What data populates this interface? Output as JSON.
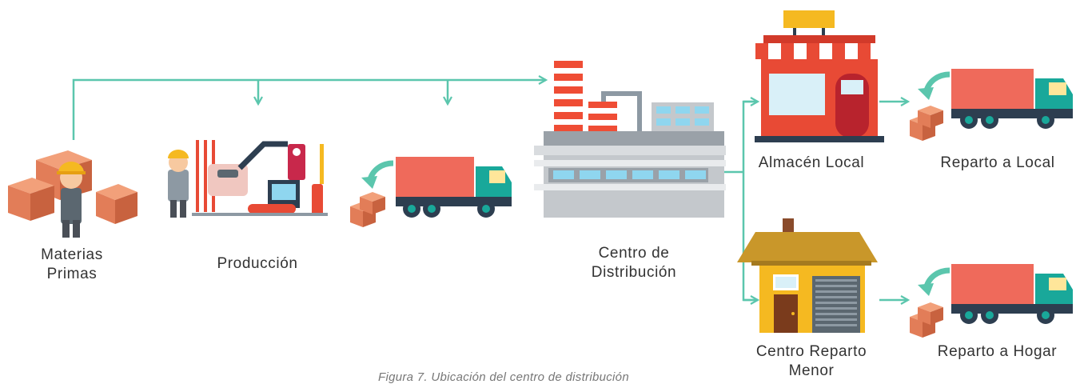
{
  "labels": {
    "materias": [
      "Materias",
      "Primas"
    ],
    "produccion": "Producción",
    "centro_distribucion": [
      "Centro de",
      "Distribución"
    ],
    "almacen_local": "Almacén Local",
    "reparto_local": "Reparto a Local",
    "centro_reparto": [
      "Centro Reparto",
      "Menor"
    ],
    "reparto_hogar": "Reparto a Hogar"
  },
  "caption": "Figura 7. Ubicación del centro de distribución",
  "colors": {
    "arrow": "#5bc6ad",
    "box": "#e27d58",
    "truck_body": "#ef6a5b",
    "truck_cab": "#19a89a",
    "building": "#d9d9d9",
    "stripe": "#ef4d35",
    "window": "#8fd6ef",
    "store_red": "#e84a35",
    "house_yellow": "#f5b921",
    "house_roof": "#c9972a"
  },
  "icons": {
    "materias": "worker-with-boxes-icon",
    "produccion": "factory-machine-icon",
    "transporte": "delivery-truck-icon",
    "centro": "distribution-building-icon",
    "almacen": "shop-storefront-icon",
    "hogar": "house-garage-icon"
  }
}
